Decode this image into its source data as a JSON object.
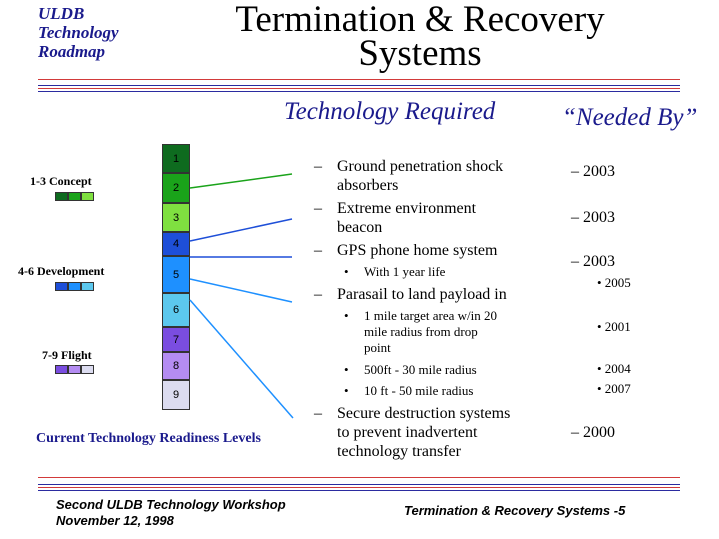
{
  "header": {
    "roadmap_lines": [
      "ULDB",
      "Technology",
      "Roadmap"
    ],
    "title_line1": "Termination & Recovery",
    "title_line2": "Systems"
  },
  "column_headers": {
    "technology": "Technology Required",
    "needed_by": "“Needed By”"
  },
  "trl": {
    "levels": [
      "1",
      "2",
      "3",
      "4",
      "5",
      "6",
      "7",
      "8",
      "9"
    ],
    "level_colors": [
      "#0e6b1f",
      "#1aa31a",
      "#7fe040",
      "#1e4fd8",
      "#1e90ff",
      "#5cc8ee",
      "#7a4de0",
      "#b48cf2",
      "#dcdcf0"
    ],
    "phases": [
      {
        "label": "1-3  Concept",
        "colors": [
          "#0e6b1f",
          "#1aa31a",
          "#7fe040"
        ]
      },
      {
        "label": "4-6  Development",
        "colors": [
          "#1e4fd8",
          "#1e90ff",
          "#5cc8ee"
        ]
      },
      {
        "label": "7-9  Flight",
        "colors": [
          "#7a4de0",
          "#b48cf2",
          "#dcdcf0"
        ]
      }
    ],
    "caption": "Current Technology Readiness Levels"
  },
  "items": [
    {
      "bullet": "–",
      "text": [
        "Ground penetration shock",
        "absorbers"
      ],
      "date": "–  2003"
    },
    {
      "bullet": "–",
      "text": [
        "Extreme environment",
        "beacon"
      ],
      "date": "–  2003"
    },
    {
      "bullet": "–",
      "text": [
        "GPS phone home system"
      ],
      "date": "–  2003"
    },
    {
      "bullet": "•",
      "text": [
        "With 1 year life"
      ],
      "date": "•   2005"
    },
    {
      "bullet": "–",
      "text": [
        "Parasail to land payload in"
      ],
      "date": ""
    },
    {
      "bullet": "•",
      "text": [
        "1 mile target area w/in 20",
        "mile radius from drop",
        "point"
      ],
      "date": "•   2001"
    },
    {
      "bullet": "•",
      "text": [
        "500ft - 30 mile radius"
      ],
      "date": "•   2004"
    },
    {
      "bullet": "•",
      "text": [
        "10 ft - 50 mile radius"
      ],
      "date": "•   2007"
    },
    {
      "bullet": "–",
      "text": [
        "Secure destruction systems",
        "to prevent inadvertent",
        "technology transfer"
      ],
      "date": "–  2000"
    }
  ],
  "footer": {
    "left_line1": "Second ULDB Technology Workshop",
    "left_line2": "November 12, 1998",
    "right": "Termination & Recovery Systems -5"
  },
  "colors": {
    "rule_red": "#d23a3a",
    "rule_blue": "#2b2ba0",
    "accent_navy": "#1a1a8c"
  }
}
